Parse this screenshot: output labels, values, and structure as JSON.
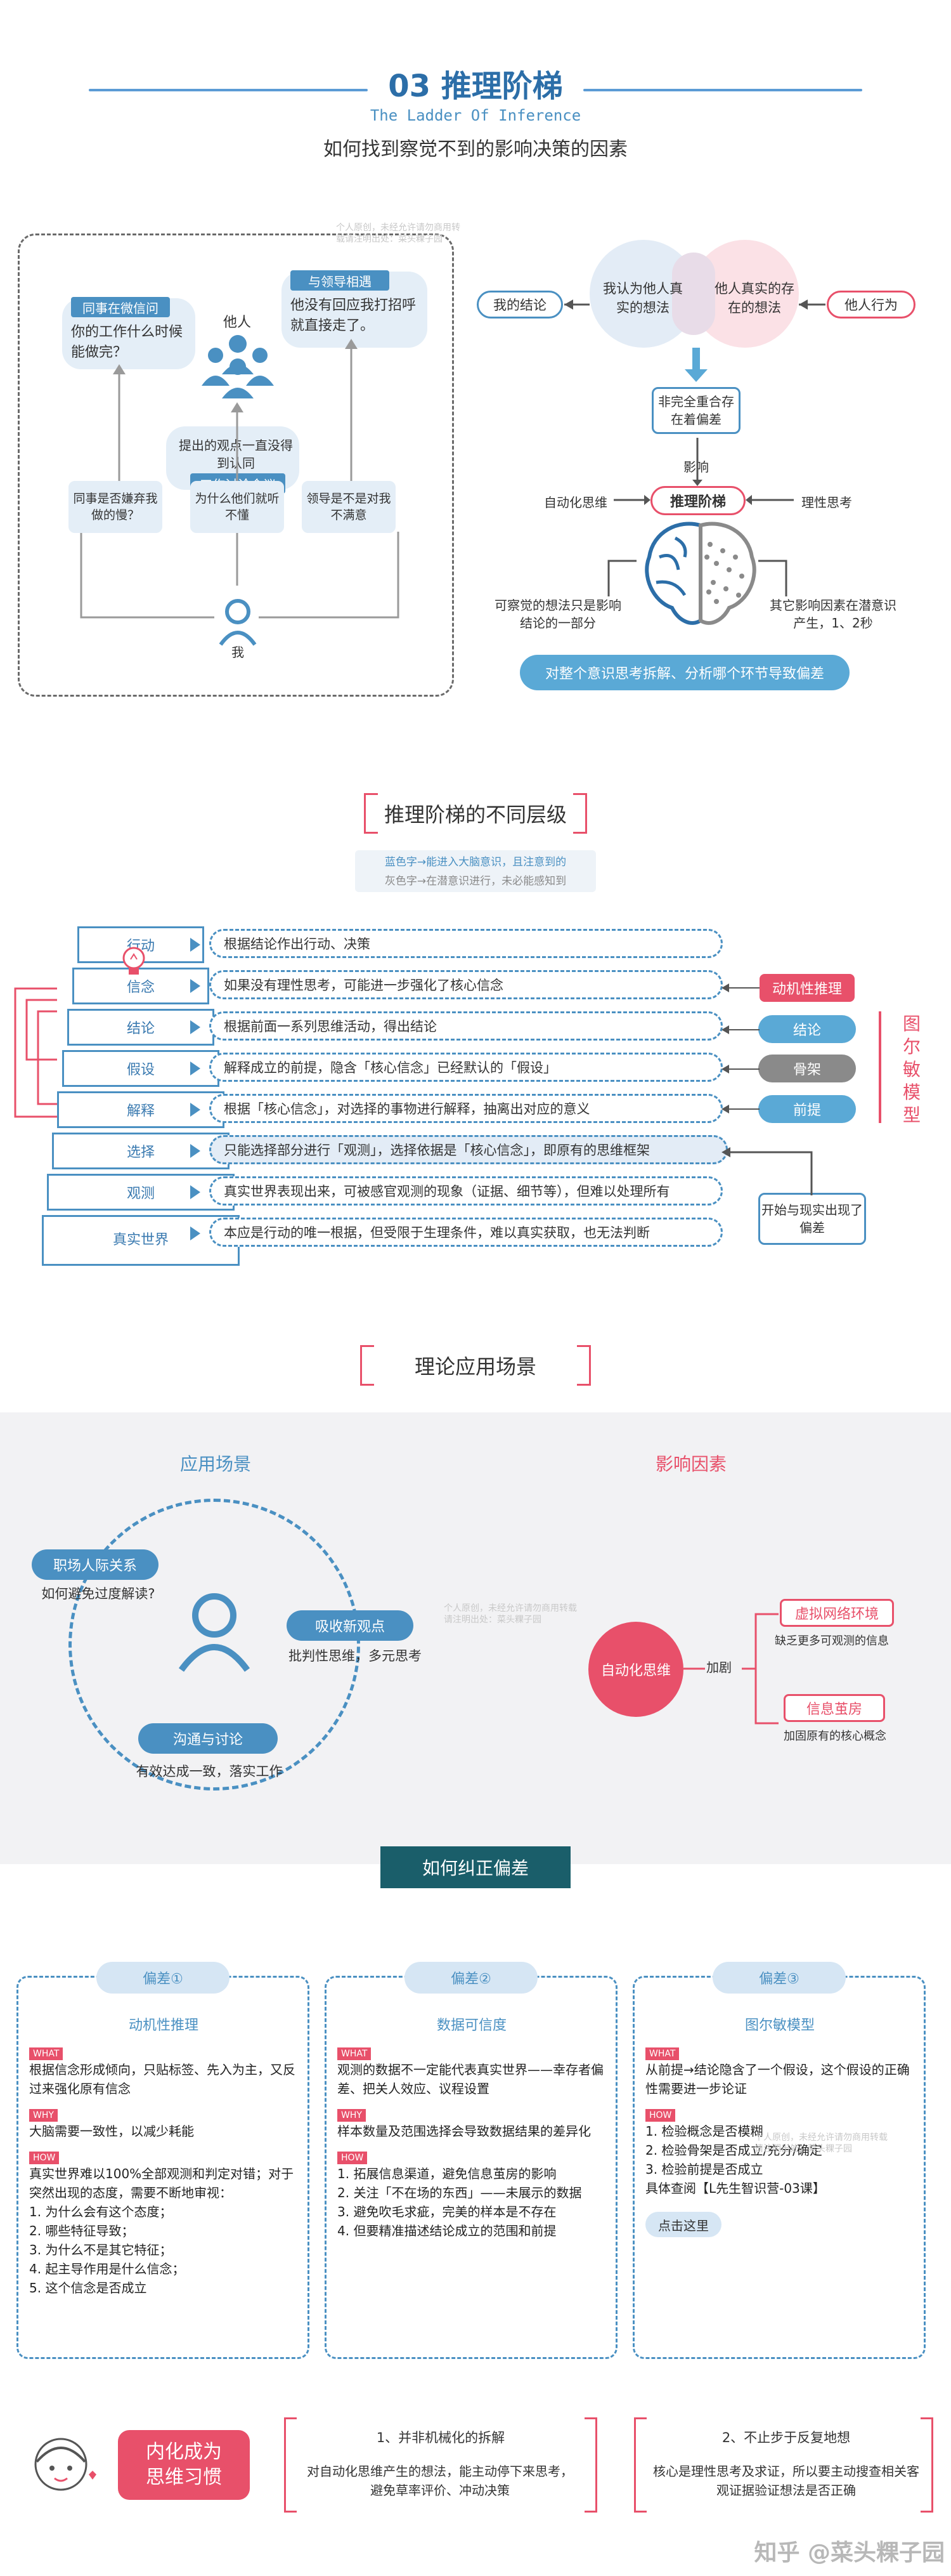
{
  "header": {
    "title": "03 推理阶梯",
    "subtitle_en": "The Ladder Of Inference",
    "tagline": "如何找到察觉不到的影响决策的因素"
  },
  "watermark": "个人原创，未经允许请勿商用转载请注明出处：菜头粿子园",
  "scene": {
    "bubble_left_title": "同事在微信问",
    "bubble_left_text": "你的工作什么时候能做完？",
    "bubble_right_title": "与领导相遇",
    "bubble_right_text": "他没有回应我打招呼就直接走了。",
    "others": "他人",
    "mid_bubble": "提出的观点一直没得到认同",
    "mid_bubble_tag": "工作讨论会议",
    "q1": "同事是否嫌弃我做的慢？",
    "q2": "为什么他们就听不懂",
    "q3": "领导是不是对我不满意",
    "me": "我"
  },
  "venn": {
    "my_conclusion": "我的结论",
    "left_circle": "我认为他人真实的想法",
    "right_circle": "他人真实的存在的想法",
    "others_action": "他人行为",
    "overlap": "非完全重合存在着偏差",
    "influence": "影响",
    "center": "推理阶梯",
    "left_label": "自动化思维",
    "right_label": "理性思考",
    "brain_left": "可察觉的想法只是影响结论的一部分",
    "brain_right": "其它影响因素在潜意识产生，1、2秒",
    "bottom": "对整个意识思考拆解、分析哪个环节导致偏差"
  },
  "ladder": {
    "section_title": "推理阶梯的不同层级",
    "note1": "蓝色字→能进入大脑意识，且注意到的",
    "note2": "灰色字→在潜意识进行，未必能感知到",
    "levels": [
      "行动",
      "信念",
      "结论",
      "假设",
      "解释",
      "选择",
      "观测",
      "真实世界"
    ],
    "rows": [
      "根据结论作出行动、决策",
      "如果没有理性思考，可能进一步强化了核心信念",
      "根据前面一系列思维活动，得出结论",
      "解释成立的前提，隐含「核心信念」已经默认的「假设」",
      "根据「核心信念」，对选择的事物进行解释，抽离出对应的意义",
      "只能选择部分进行「观测」，选择依据是「核心信念」，即原有的思维框架",
      "真实世界表现出来，可被感官观测的现象（证据、细节等），但难以处理所有",
      "本应是行动的唯一根据，但受限于生理条件，难以真实获取，也无法判断"
    ],
    "tag_motive": "动机性推理",
    "tag_conclusion": "结论",
    "tag_skeleton": "骨架",
    "tag_premise": "前提",
    "toulmin": [
      "图",
      "尔",
      "敏",
      "模",
      "型"
    ],
    "start_bias": "开始与现实出现了偏差"
  },
  "scenarios": {
    "section_title": "理论应用场景",
    "left_heading": "应用场景",
    "right_heading": "影响因素",
    "s1_title": "职场人际关系",
    "s1_text": "如何避免过度解读?",
    "s2_title": "吸收新观点",
    "s2_text": "批判性思维，多元思考",
    "s3_title": "沟通与讨论",
    "s3_text": "有效达成一致，落实工作",
    "auto": "自动化思维",
    "aggravate": "加剧",
    "f1_title": "虚拟网络环境",
    "f1_text": "缺乏更多可观测的信息",
    "f2_title": "信息茧房",
    "f2_text": "加固原有的核心概念"
  },
  "correct": {
    "section_title": "如何纠正偏差",
    "cards": [
      {
        "head": "偏差①",
        "title": "动机性推理",
        "what": "根据信念形成倾向，只贴标签、先入为主，又反过来强化原有信念",
        "why": "大脑需要一致性，以减少耗能",
        "how_intro": "真实世界难以100%全部观测和判定对错；对于突然出现的态度，需要不断地审视：",
        "how": [
          "1.  为什么会有这个态度；",
          "2.  哪些特征导致；",
          "3.  为什么不是其它特征；",
          "4.  起主导作用是什么信念；",
          "5.  这个信念是否成立"
        ]
      },
      {
        "head": "偏差②",
        "title": "数据可信度",
        "what": "观测的数据不一定能代表真实世界——幸存者偏差、把关人效应、议程设置",
        "why": "样本数量及范围选择会导致数据结果的差异化",
        "how_intro": "",
        "how": [
          "1.  拓展信息渠道，避免信息茧房的影响",
          "2.  关注「不在场的东西」——未展示的数据",
          "3.  避免吹毛求疵，完美的样本是不存在",
          "4.  但要精准描述结论成立的范围和前提"
        ]
      },
      {
        "head": "偏差③",
        "title": "图尔敏模型",
        "what": "从前提→结论隐含了一个假设，这个假设的正确性需要进一步论证",
        "why": "",
        "how_intro": "",
        "how": [
          "1.  检验概念是否模糊",
          "2.  检验骨架是否成立/充分/确定",
          "3.  检验前提是否成立",
          "具体查阅【L先生智识营-03课】"
        ],
        "button": "点击这里"
      }
    ],
    "tag_what": "WHAT",
    "tag_why": "WHY",
    "tag_how": "HOW"
  },
  "footer": {
    "habit": "内化成为思维习惯",
    "b1_title": "1、并非机械化的拆解",
    "b1_text": "对自动化思维产生的想法，能主动停下来思考，避免草率评价、冲动决策",
    "b2_title": "2、不止步于反复地想",
    "b2_text": "核心是理性思考及求证，所以要主动搜查相关客观证据验证想法是否正确",
    "credit": "知乎 @菜头粿子园"
  }
}
